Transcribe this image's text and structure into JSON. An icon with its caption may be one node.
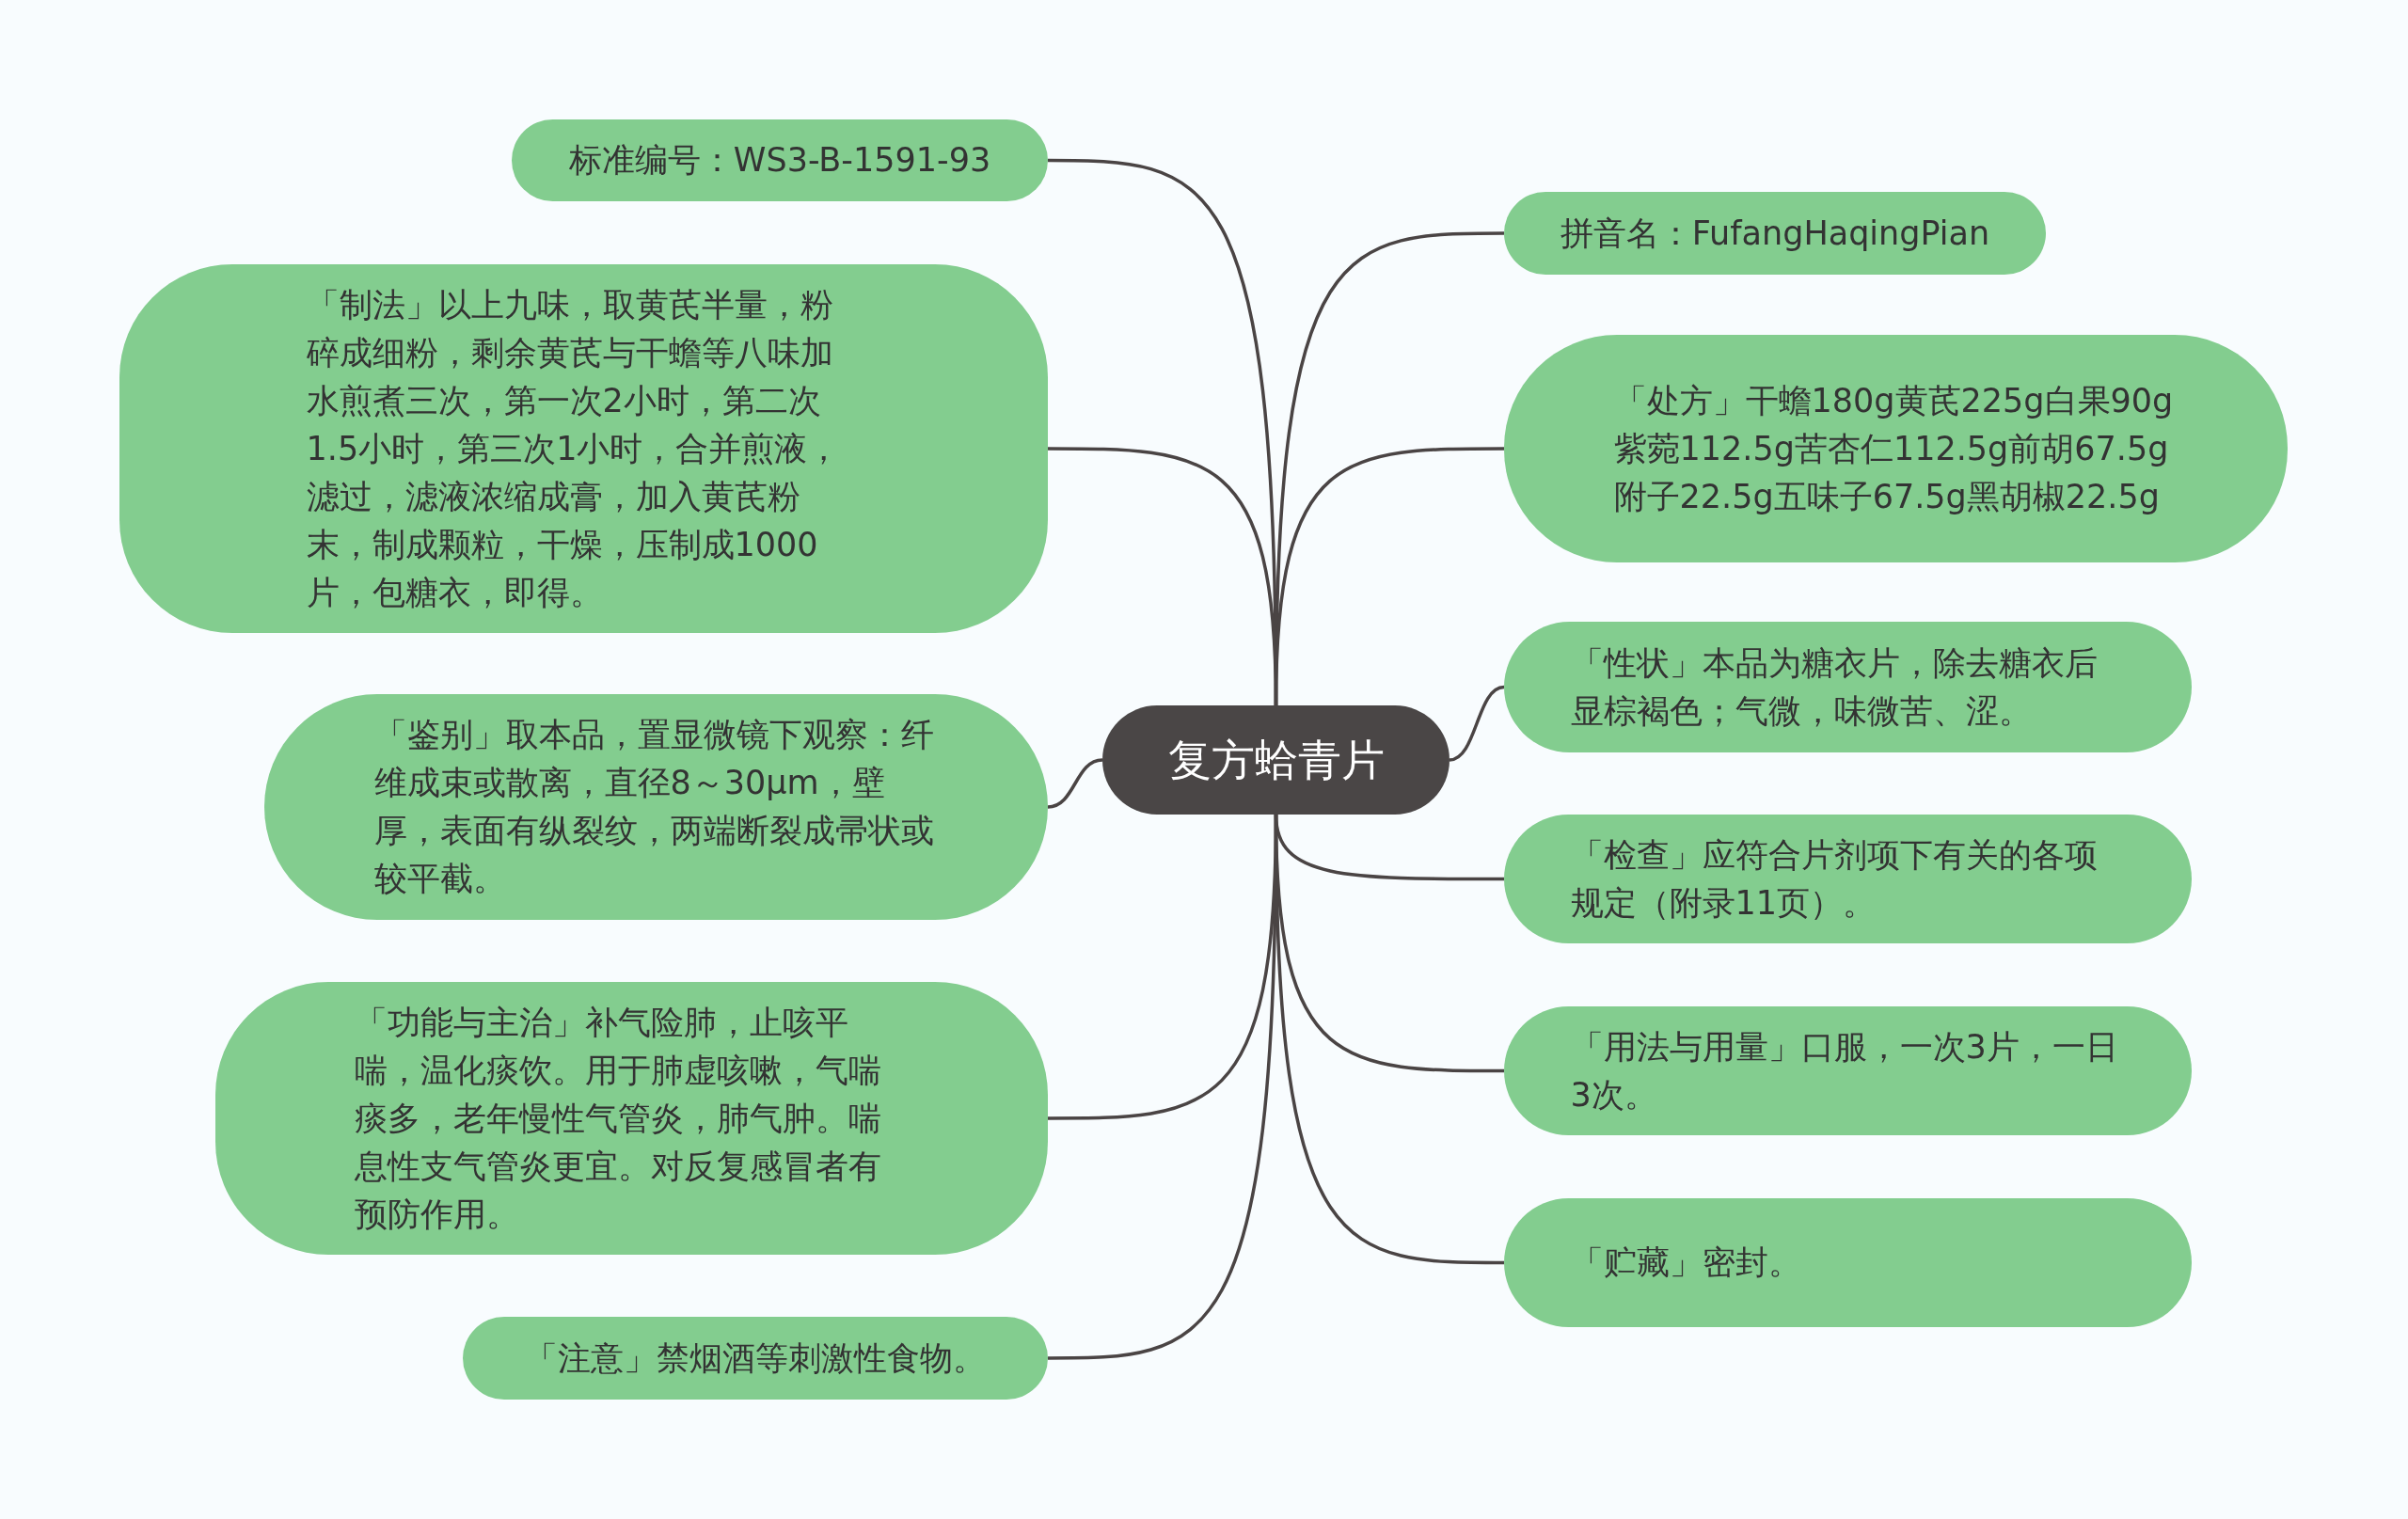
{
  "diagram": {
    "nodes": [
      {
        "text": [
          "复方蛤青片"
        ]
      },
      {
        "text": [
          "标准编号：WS3-B-1591-93"
        ]
      },
      {
        "text": [
          "「制法」以上九味，取黄芪半量，粉碎成细粉，剩余黄芪与干蟾等八味加水煎煮三次，第一次2小时，第二次1.5小时，第三次1小时，合并煎液，滤过，滤液浓缩成膏，加入黄芪粉末，制成颗粒，干燥，压制成1000片，包糖衣，即得。"
        ]
      },
      {
        "text": [
          "「鉴别」取本品，置显微镜下观察：纤维成束或散离，直径8～30μm，壁厚，表面有纵裂纹，两端断裂成帚状或较平截。"
        ]
      },
      {
        "text": [
          "「功能与主治」补气险肺，止咳平喘，温化痰饮。用于肺虚咳嗽，气喘痰多，老年慢性气管炎，肺气肿。喘息性支气管炎更宜。对反复感冒者有预防作用。"
        ]
      },
      {
        "text": [
          "「注意」禁烟酒等刺激性食物。"
        ]
      },
      {
        "text": [
          "拼音名：FufangHaqingPian"
        ]
      },
      {
        "text": [
          "「处方」干蟾180g黄芪225g白果90g紫菀112.5g苦杏仁112.5g前胡67.5g附子22.5g五味子67.5g黑胡椒22.5g"
        ]
      },
      {
        "text": [
          "「性状」本品为糖衣片，除去糖衣后显棕褐色；气微，味微苦、涩。"
        ]
      },
      {
        "text": [
          "「检查」应符合片剂项下有关的各项规定（附录11页）。"
        ]
      },
      {
        "text": [
          "「用法与用量」口服，一次3片，一日3次。"
        ]
      },
      {
        "text": [
          "「贮藏」密封。"
        ]
      }
    ],
    "edges": [
      {
        "from": 0,
        "to": 1,
        "arrow": "none"
      },
      {
        "from": 0,
        "to": 2,
        "arrow": "none"
      },
      {
        "from": 0,
        "to": 3,
        "arrow": "none"
      },
      {
        "from": 0,
        "to": 4,
        "arrow": "none"
      },
      {
        "from": 0,
        "to": 5,
        "arrow": "none"
      },
      {
        "from": 0,
        "to": 6,
        "arrow": "none"
      },
      {
        "from": 0,
        "to": 7,
        "arrow": "none"
      },
      {
        "from": 0,
        "to": 8,
        "arrow": "none"
      },
      {
        "from": 0,
        "to": 9,
        "arrow": "none"
      },
      {
        "from": 0,
        "to": 10,
        "arrow": "none"
      },
      {
        "from": 0,
        "to": 11,
        "arrow": "none"
      }
    ]
  }
}
